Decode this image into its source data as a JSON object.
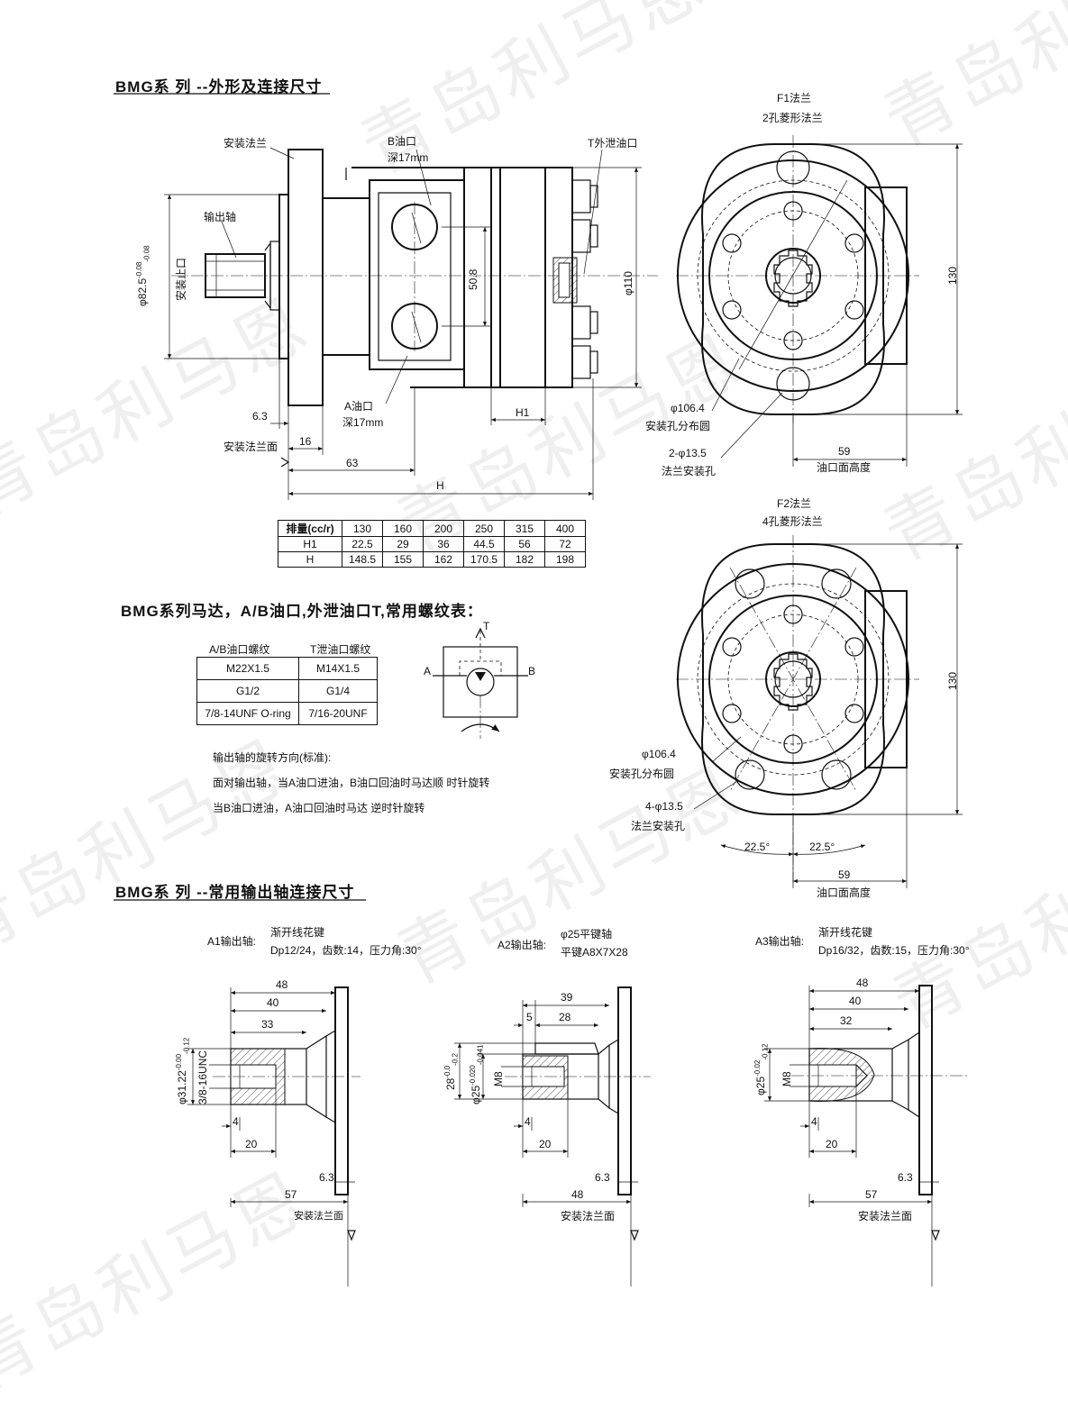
{
  "titles": {
    "outline": "BMG系 列 --外形及连接尺寸",
    "threads": "BMG系列马达，A/B油口,外泄油口T,常用螺纹表：",
    "shafts": "BMG系 列 --常用输出轴连接尺寸"
  },
  "side_view": {
    "mount_flange": "安装法兰",
    "port_b": "B油口",
    "port_b_depth": "深17mm",
    "drain_t": "T外泄油口",
    "output_shaft": "输出轴",
    "pilot_dia": "φ82.5",
    "pilot_tol_upper": "-0.08",
    "pilot_tol_lower": "-0.08",
    "pilot_caption": "安装止口",
    "port_spacing": "50.8",
    "body_dia": "φ110",
    "port_a": "A油口",
    "port_a_depth": "深17mm",
    "dim_6_3": "6.3",
    "dim_16": "16",
    "dim_63": "63",
    "dim_h": "H",
    "dim_h1": "H1",
    "mount_face": "安装法兰面"
  },
  "f1": {
    "title": "F1法兰",
    "subtitle": "2孔菱形法兰",
    "pcd": "φ106.4",
    "pcd_caption": "安装孔分布圆",
    "holes": "2-φ13.5",
    "holes_caption": "法兰安装孔",
    "height": "130",
    "port_height": "59",
    "port_height_caption": "油口面高度"
  },
  "f2": {
    "title": "F2法兰",
    "subtitle": "4孔菱形法兰",
    "pcd": "φ106.4",
    "pcd_caption": "安装孔分布圆",
    "holes": "4-φ13.5",
    "holes_caption": "法兰安装孔",
    "height": "130",
    "angle1": "22.5°",
    "angle2": "22.5°",
    "port_height": "59",
    "port_height_caption": "油口面高度"
  },
  "disp_table": {
    "header": [
      "排量(cc/r)",
      "130",
      "160",
      "200",
      "250",
      "315",
      "400"
    ],
    "h1": [
      "H1",
      "22.5",
      "29",
      "36",
      "44.5",
      "56",
      "72"
    ],
    "h": [
      "H",
      "148.5",
      "155",
      "162",
      "170.5",
      "182",
      "198"
    ]
  },
  "thread_table": {
    "col1": "A/B油口螺纹",
    "col2": "T泄油口螺纹",
    "rows": [
      [
        "M22X1.5",
        "M14X1.5"
      ],
      [
        "G1/2",
        "G1/4"
      ],
      [
        "7/8-14UNF O-ring",
        "7/16-20UNF"
      ]
    ]
  },
  "circuit": {
    "a": "A",
    "b": "B",
    "t": "T"
  },
  "rotation_notes": [
    "输出轴的旋转方向(标准):",
    "面对输出轴，当A油口进油，B油口回油时马达顺 时针旋转",
    "当B油口进油，A油口回油时马达 逆时针旋转"
  ],
  "watermark": "青岛利马恩",
  "a1": {
    "caption": "A1输出轴:",
    "line1": "渐开线花键",
    "line2": "Dp12/24，齿数:14，压力角:30°",
    "d48": "48",
    "d40": "40",
    "d33": "33",
    "d4": "4",
    "d20": "20",
    "d57": "57",
    "d63": "6.3",
    "dia": "φ31.22",
    "dia_tol_u": "-0.00",
    "dia_tol_l": "-0.12",
    "thread": "3/8-16UNC",
    "mount_face": "安装法兰面"
  },
  "a2": {
    "caption": "A2输出轴:",
    "line1": "φ25平键轴",
    "line2": "平键A8X7X28",
    "d39": "39",
    "d5": "5",
    "d28": "28",
    "d4": "4",
    "d20": "20",
    "d48": "48",
    "d63": "6.3",
    "key_h": "28",
    "key_h_tol_u": "-0.0",
    "key_h_tol_l": "-0.2",
    "dia": "φ25",
    "dia_tol_u": "-0.020",
    "dia_tol_l": "-0.041",
    "thread": "M8",
    "mount_face": "安装法兰面"
  },
  "a3": {
    "caption": "A3输出轴:",
    "line1": "渐开线花键",
    "line2": "Dp16/32，齿数:15，压力角:30°",
    "d48": "48",
    "d40": "40",
    "d32": "32",
    "d4": "4",
    "d20": "20",
    "d57": "57",
    "d63": "6.3",
    "dia": "φ25",
    "dia_tol_u": "-0.02",
    "dia_tol_l": "-0.12",
    "thread": "M8",
    "mount_face": "安装法兰面"
  }
}
